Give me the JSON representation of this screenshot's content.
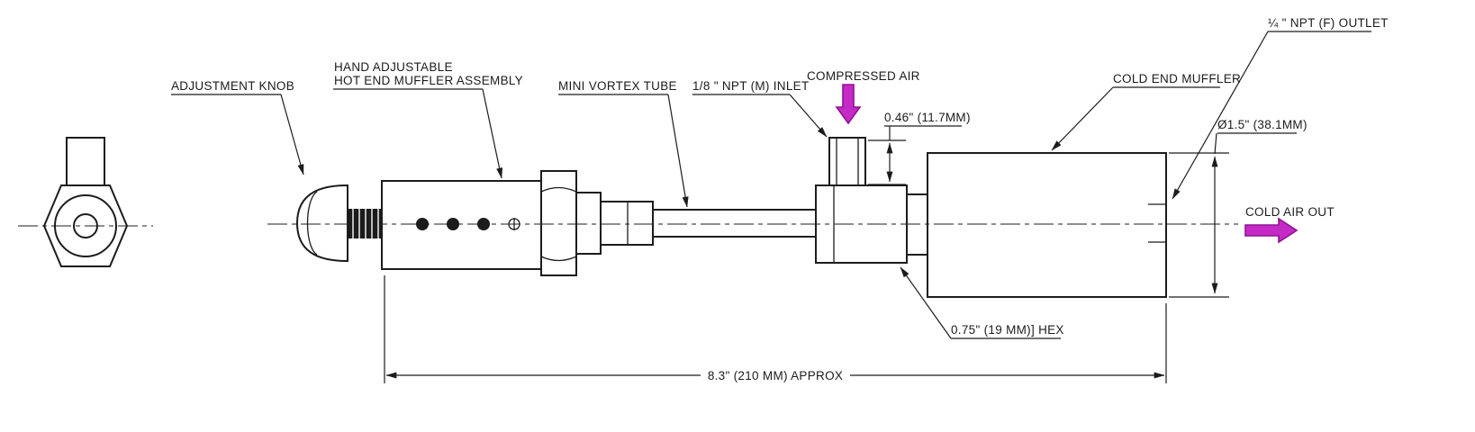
{
  "colors": {
    "line": "#1c1c1c",
    "accent_arrow": "#c62ac6",
    "accent_arrow_stroke": "#8e1292",
    "background": "#ffffff"
  },
  "callouts": {
    "adjustment_knob": "ADJUSTMENT KNOB",
    "hot_end_line1": "HAND ADJUSTABLE",
    "hot_end_line2": "HOT END MUFFLER ASSEMBLY",
    "mini_vortex_tube": "MINI VORTEX TUBE",
    "inlet": "1/8 \" NPT (M) INLET",
    "compressed_air": "COMPRESSED AIR",
    "cold_end_muffler": "COLD END MUFFLER",
    "outlet": "¼ \" NPT (F) OUTLET",
    "cold_air_out": "COLD AIR OUT",
    "hex": "0.75\" (19 MM)] HEX"
  },
  "dimensions": {
    "inlet_thread_length": "0.46\" (11.7MM)",
    "muffler_diameter": "Ø1.5\" (38.1MM)",
    "overall_length": "8.3\" (210 MM) APPROX"
  }
}
